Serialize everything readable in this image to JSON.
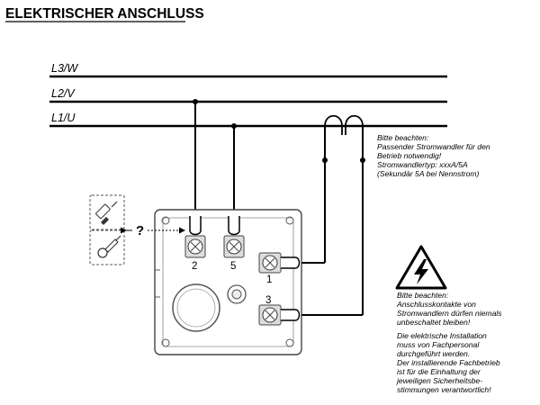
{
  "title": "ELEKTRISCHER ANSCHLUSS",
  "lines": [
    {
      "id": "l3",
      "label": "L3/W"
    },
    {
      "id": "l2",
      "label": "L2/V"
    },
    {
      "id": "l1",
      "label": "L1/U"
    }
  ],
  "terminals": {
    "t2": "2",
    "t5": "5",
    "t1": "1",
    "t3": "3"
  },
  "question_mark": "?",
  "note_ct": [
    "Bitte beachten:",
    "Passender Stromwandler für den",
    "Betrieb notwendig!",
    "Stromwandlertyp: xxxA/5A",
    "(Sekundär 5A bei Nennstrom)"
  ],
  "note_warning": [
    "Bitte beachten:",
    "Anschlusskontakte von",
    "Stromwandlern dürfen niemals",
    "unbeschaltet bleiben!",
    "",
    "Die elektrische Installation",
    "muss von Fachpersonal",
    "durchgeführt werden.",
    "Der installierende Fachbetrieb",
    "ist für die Einhaltung der",
    "jeweiligen Sicherheitsbe-",
    "stimmungen verantwortlich!"
  ],
  "icons": {
    "connector_top": "ferrule-icon",
    "connector_bottom": "ring-lug-icon",
    "warning": "high-voltage-warning-icon",
    "ct": "current-transformer-icon"
  },
  "colors": {
    "line": "#000000",
    "device_stroke": "#444444",
    "terminal_fill": "#dddddd"
  }
}
